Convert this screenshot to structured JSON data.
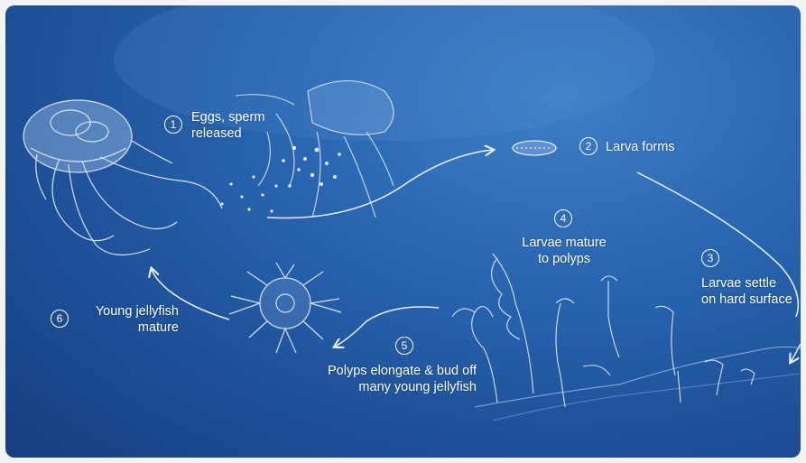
{
  "steps": [
    {
      "num": "1",
      "line1": "Eggs, sperm",
      "line2": "released"
    },
    {
      "num": "2",
      "line1": "Larva forms",
      "line2": ""
    },
    {
      "num": "3",
      "line1": "Larvae settle",
      "line2": "on hard surface"
    },
    {
      "num": "4",
      "line1": "Larvae mature",
      "line2": "to polyps"
    },
    {
      "num": "5",
      "line1": "Polyps elongate & bud off",
      "line2": "many young jellyfish"
    },
    {
      "num": "6",
      "line1": "Young jellyfish",
      "line2": "mature"
    }
  ],
  "colors": {
    "ocean_light": "#3e7fc6",
    "ocean_dark": "#173f80",
    "line": "#ffffff"
  }
}
